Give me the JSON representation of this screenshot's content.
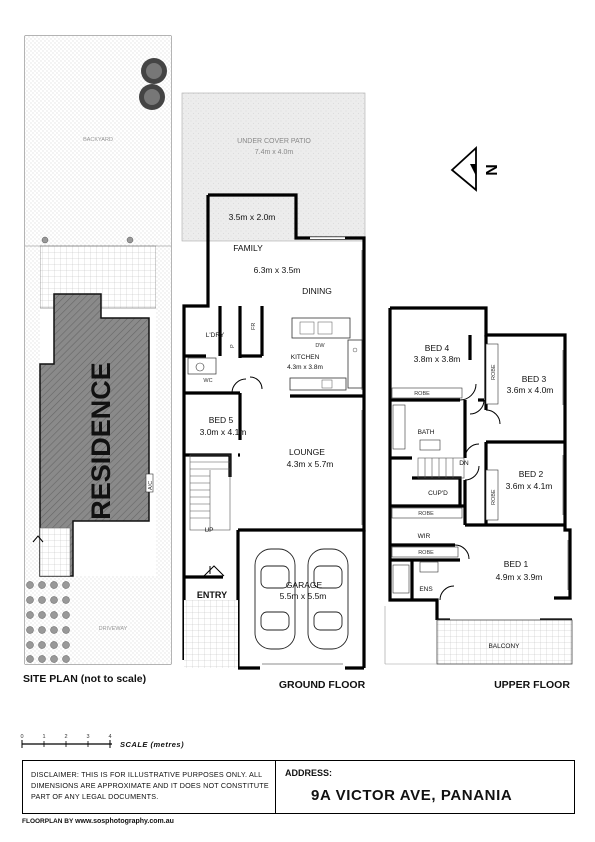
{
  "site_plan": {
    "backyard": "BACKYARD",
    "residence": "RESIDENCE",
    "driveway": "DRIVEWAY",
    "ac": "A/C",
    "caption": "SITE PLAN (not to scale)"
  },
  "ground_floor": {
    "patio_label": "UNDER COVER PATIO",
    "patio_dim": "7.4m x 4.0m",
    "nook_dim": "3.5m x 2.0m",
    "family": "FAMILY",
    "family_dim": "6.3m x 3.5m",
    "dining": "DINING",
    "laundry": "L'DRY",
    "pantry": "P",
    "fridge": "FR",
    "dishwasher": "DW",
    "kitchen": "KITCHEN",
    "kitchen_dim": "4.3m x 3.8m",
    "wc": "WC",
    "bed5": "BED 5",
    "bed5_dim": "3.0m x 4.1m",
    "lounge": "LOUNGE",
    "lounge_dim": "4.3m x 5.7m",
    "up": "UP",
    "entry": "ENTRY",
    "garage": "GARAGE",
    "garage_dim": "5.5m x 5.5m",
    "caption": "GROUND FLOOR"
  },
  "upper_floor": {
    "bed4": "BED 4",
    "bed4_dim": "3.8m x 3.8m",
    "bed3": "BED 3",
    "bed3_dim": "3.6m x 4.0m",
    "robe": "ROBE",
    "bath": "BATH",
    "dn": "DN",
    "bed2": "BED 2",
    "bed2_dim": "3.6m x 4.1m",
    "cupd": "CUP'D",
    "wir": "WIR",
    "bed1": "BED 1",
    "bed1_dim": "4.9m x 3.9m",
    "ens": "ENS",
    "balcony": "BALCONY",
    "caption": "UPPER FLOOR"
  },
  "north": "N",
  "scale": {
    "ticks": [
      "0",
      "1",
      "2",
      "3",
      "4"
    ],
    "label": "SCALE (metres)"
  },
  "disclaimer": "DISCLAIMER: THIS IS FOR ILLUSTRATIVE PURPOSES ONLY. ALL DIMENSIONS ARE APPROXIMATE AND IT DOES NOT CONSTITUTE PART OF ANY LEGAL DOCUMENTS.",
  "address": {
    "label": "ADDRESS:",
    "value": "9A VICTOR AVE, PANANIA"
  },
  "credit": {
    "prefix": "FLOORPLAN BY",
    "url": "www.sosphotography.com.au"
  }
}
